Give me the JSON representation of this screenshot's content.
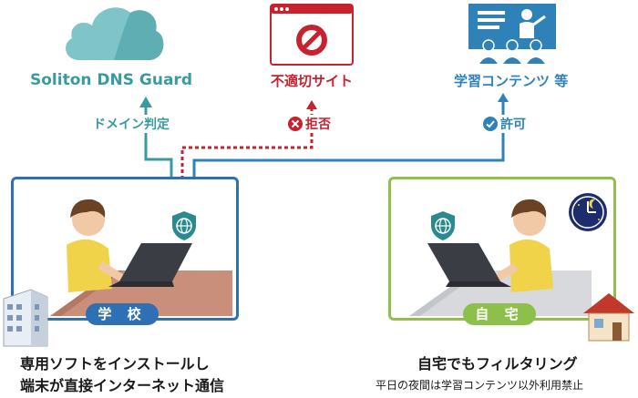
{
  "nodes": {
    "dns_guard": "Soliton DNS Guard",
    "bad_site": "不適切サイト",
    "learning": "学習コンテンツ 等"
  },
  "flows": {
    "domain_check": "ドメイン判定",
    "deny": "拒否",
    "allow": "許可"
  },
  "school": {
    "badge": "学 校",
    "caption_line1": "専用ソフトをインストールし",
    "caption_line2": "端末が直接インターネット通信"
  },
  "home": {
    "badge": "自 宅",
    "caption": "自宅でもフィルタリング",
    "subcaption": "平日の夜間は学習コンテンツ以外利用禁止"
  },
  "colors": {
    "teal": "#3a9a9f",
    "red": "#c8222f",
    "blue": "#2f82b8",
    "green_border": "#8fbf4a",
    "school_badge": "#2f6fb3",
    "home_badge": "#8cc04a"
  }
}
